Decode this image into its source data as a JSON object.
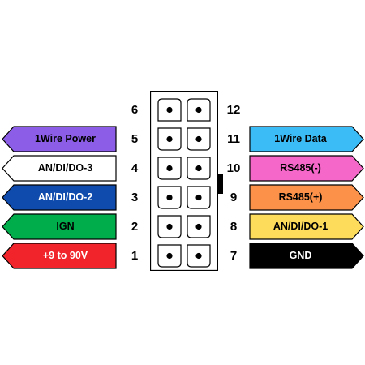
{
  "colors": {
    "black": "#000000",
    "white": "#ffffff",
    "purple": "#8c5ee8",
    "dark_blue": "#0f4aad",
    "green": "#00ad4b",
    "red": "#f0242a",
    "cyan": "#3cbcf6",
    "pink": "#f567c8",
    "orange": "#fc9249",
    "yellow": "#fedc5b"
  },
  "connector": {
    "rows": [
      {
        "left_pin": "6",
        "right_pin": "12"
      },
      {
        "left_pin": "5",
        "right_pin": "11"
      },
      {
        "left_pin": "4",
        "right_pin": "10"
      },
      {
        "left_pin": "3",
        "right_pin": "9"
      },
      {
        "left_pin": "2",
        "right_pin": "8"
      },
      {
        "left_pin": "1",
        "right_pin": "7"
      }
    ]
  },
  "left_labels": [
    {
      "pin": "5",
      "text": "1Wire Power",
      "fill": "#8c5ee8",
      "text_color": "#000000"
    },
    {
      "pin": "4",
      "text": "AN/DI/DO-3",
      "fill": "#ffffff",
      "text_color": "#000000"
    },
    {
      "pin": "3",
      "text": "AN/DI/DO-2",
      "fill": "#0f4aad",
      "text_color": "#ffffff"
    },
    {
      "pin": "2",
      "text": "IGN",
      "fill": "#00ad4b",
      "text_color": "#000000"
    },
    {
      "pin": "1",
      "text": "+9 to 90V",
      "fill": "#f0242a",
      "text_color": "#ffffff"
    }
  ],
  "right_labels": [
    {
      "pin": "11",
      "text": "1Wire Data",
      "fill": "#3cbcf6",
      "text_color": "#000000"
    },
    {
      "pin": "10",
      "text": "RS485(-)",
      "fill": "#f567c8",
      "text_color": "#000000"
    },
    {
      "pin": "9",
      "text": "RS485(+)",
      "fill": "#fc9249",
      "text_color": "#000000"
    },
    {
      "pin": "8",
      "text": "AN/DI/DO-1",
      "fill": "#fedc5b",
      "text_color": "#000000"
    },
    {
      "pin": "7",
      "text": "GND",
      "fill": "#000000",
      "text_color": "#ffffff"
    }
  ]
}
